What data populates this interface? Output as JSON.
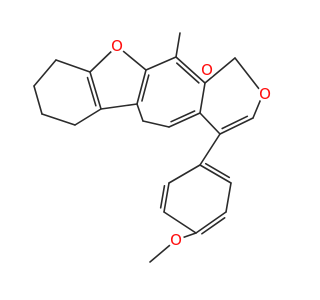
{
  "atoms": [
    {
      "id": "O_furan",
      "label": "O",
      "color": "#ff0d0d"
    },
    {
      "id": "O_pyran",
      "label": "O",
      "color": "#ff0d0d"
    },
    {
      "id": "O_carbonyl",
      "label": "O",
      "color": "#ff0d0d"
    },
    {
      "id": "O_methoxy",
      "label": "O",
      "color": "#ff0d0d"
    }
  ],
  "bond_color": "#2b2b2b"
}
